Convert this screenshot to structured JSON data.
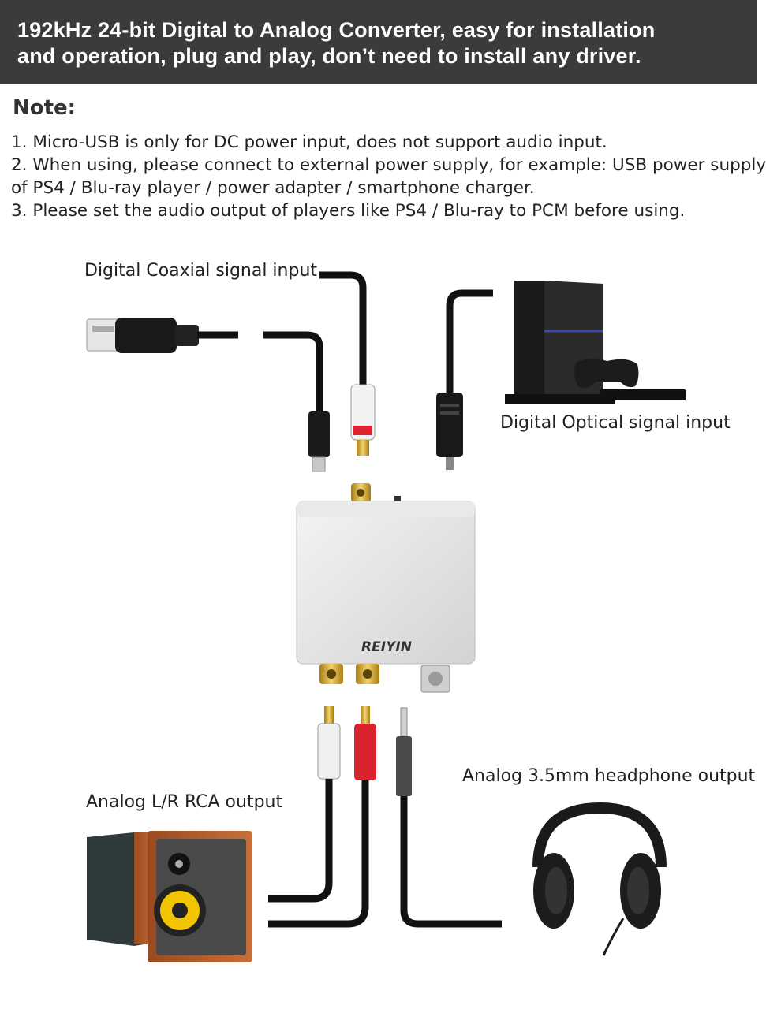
{
  "banner": {
    "line1": "192kHz 24-bit Digital to Analog Converter, easy for installation",
    "line2": "and operation, plug and play, don’t need to install any driver."
  },
  "note": {
    "title": "Note:",
    "items": [
      "1. Micro-USB is only for DC power input, does not support audio input.",
      "2. When using, please connect to external power supply, for example: USB power supply",
      "of PS4 / Blu-ray player / power adapter / smartphone charger.",
      "3. Please set the audio output of players like PS4 / Blu-ray to PCM before using."
    ]
  },
  "labels": {
    "coaxial": "Digital Coaxial signal input",
    "optical": "Digital Optical signal input",
    "headphone": "Analog 3.5mm headphone output",
    "rca": "Analog L/R RCA output"
  },
  "device": {
    "brand": "REIYIN"
  },
  "colors": {
    "banner": "#3b3b3b",
    "gold": "#d4a52a",
    "rca_red": "#d9232e",
    "speaker_yellow": "#f2c500"
  }
}
